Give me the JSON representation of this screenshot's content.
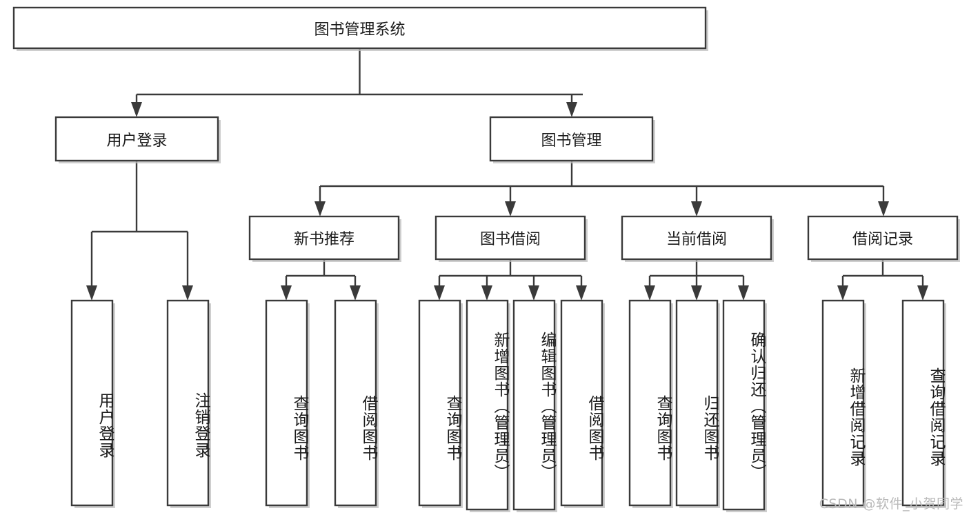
{
  "diagram": {
    "type": "tree-hierarchy",
    "title": "图书管理系统",
    "orientation": "top-down",
    "colors": {
      "box_stroke": "#3a3a3a",
      "box_fill": "#ffffff",
      "text": "#1b1b1b",
      "connector": "#3a3a3a",
      "watermark": "#b9b9b9",
      "background": "#ffffff"
    },
    "root": {
      "label": "图书管理系统"
    },
    "level2": [
      {
        "label": "用户登录"
      },
      {
        "label": "图书管理"
      }
    ],
    "level3": [
      {
        "label": "新书推荐"
      },
      {
        "label": "图书借阅"
      },
      {
        "label": "当前借阅"
      },
      {
        "label": "借阅记录"
      }
    ],
    "leaves": {
      "user_login": [
        {
          "label": "用户登录"
        },
        {
          "label": "注销登录"
        }
      ],
      "new_book_recommend": [
        {
          "label": "查询图书"
        },
        {
          "label": "借阅图书"
        }
      ],
      "book_borrow": [
        {
          "label": "查询图书"
        },
        {
          "label": "新增图书（管理员）"
        },
        {
          "label": "编辑图书（管理员）"
        },
        {
          "label": "借阅图书"
        }
      ],
      "current_borrow": [
        {
          "label": "查询图书"
        },
        {
          "label": "归还图书"
        },
        {
          "label": "确认归还（管理员）"
        }
      ],
      "borrow_record": [
        {
          "label": "新增借阅记录"
        },
        {
          "label": "查询借阅记录"
        }
      ]
    },
    "watermark": "CSDN @软件_小贺同学"
  }
}
